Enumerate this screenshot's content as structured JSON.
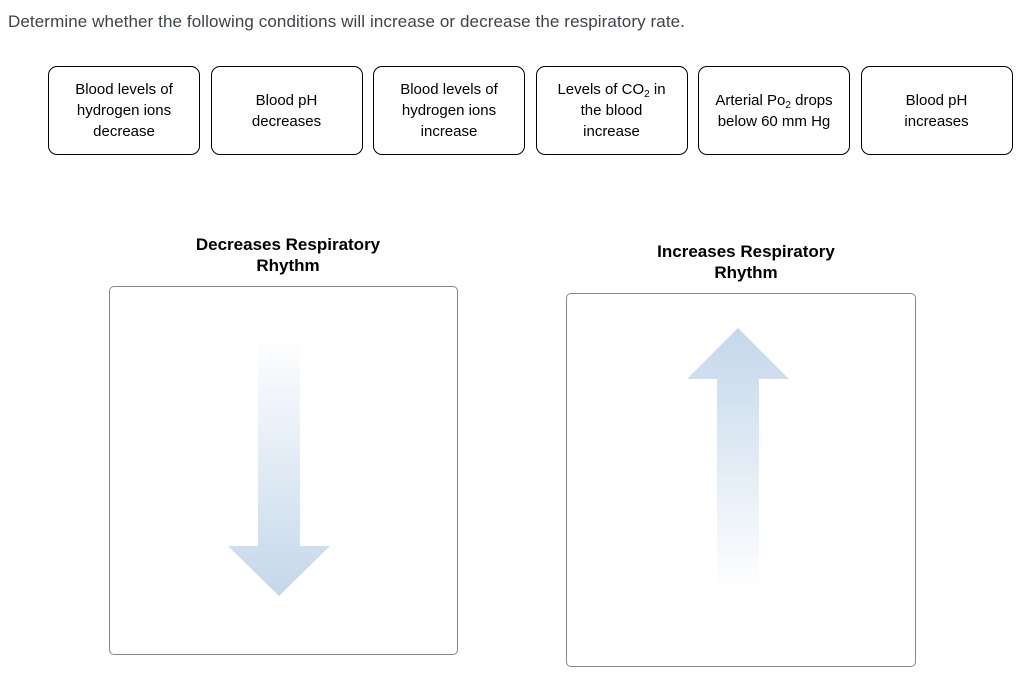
{
  "title": "Determine whether the following conditions will increase or decrease the respiratory rate.",
  "cards": [
    {
      "label": "Blood levels of hydrogen ions decrease"
    },
    {
      "label": "Blood pH decreases"
    },
    {
      "label": "Blood levels of hydrogen ions increase"
    },
    {
      "label_pre": "Levels of CO",
      "label_sub": "2",
      "label_post": " in the blood increase"
    },
    {
      "label_pre": "Arterial Po",
      "label_sub": "2",
      "label_post": " drops below 60 mm Hg"
    },
    {
      "label": "Blood pH increases"
    }
  ],
  "drop_zones": [
    {
      "title": "Decreases Respiratory Rhythm",
      "arrow_icon": "down-arrow"
    },
    {
      "title": "Increases Respiratory Rhythm",
      "arrow_icon": "up-arrow"
    }
  ],
  "colors": {
    "arrow_blue": "#c4d7ea",
    "arrow_fade": "#ffffff",
    "card_border": "#000000",
    "zone_border": "#878787",
    "instruction_text": "#3e4449"
  }
}
